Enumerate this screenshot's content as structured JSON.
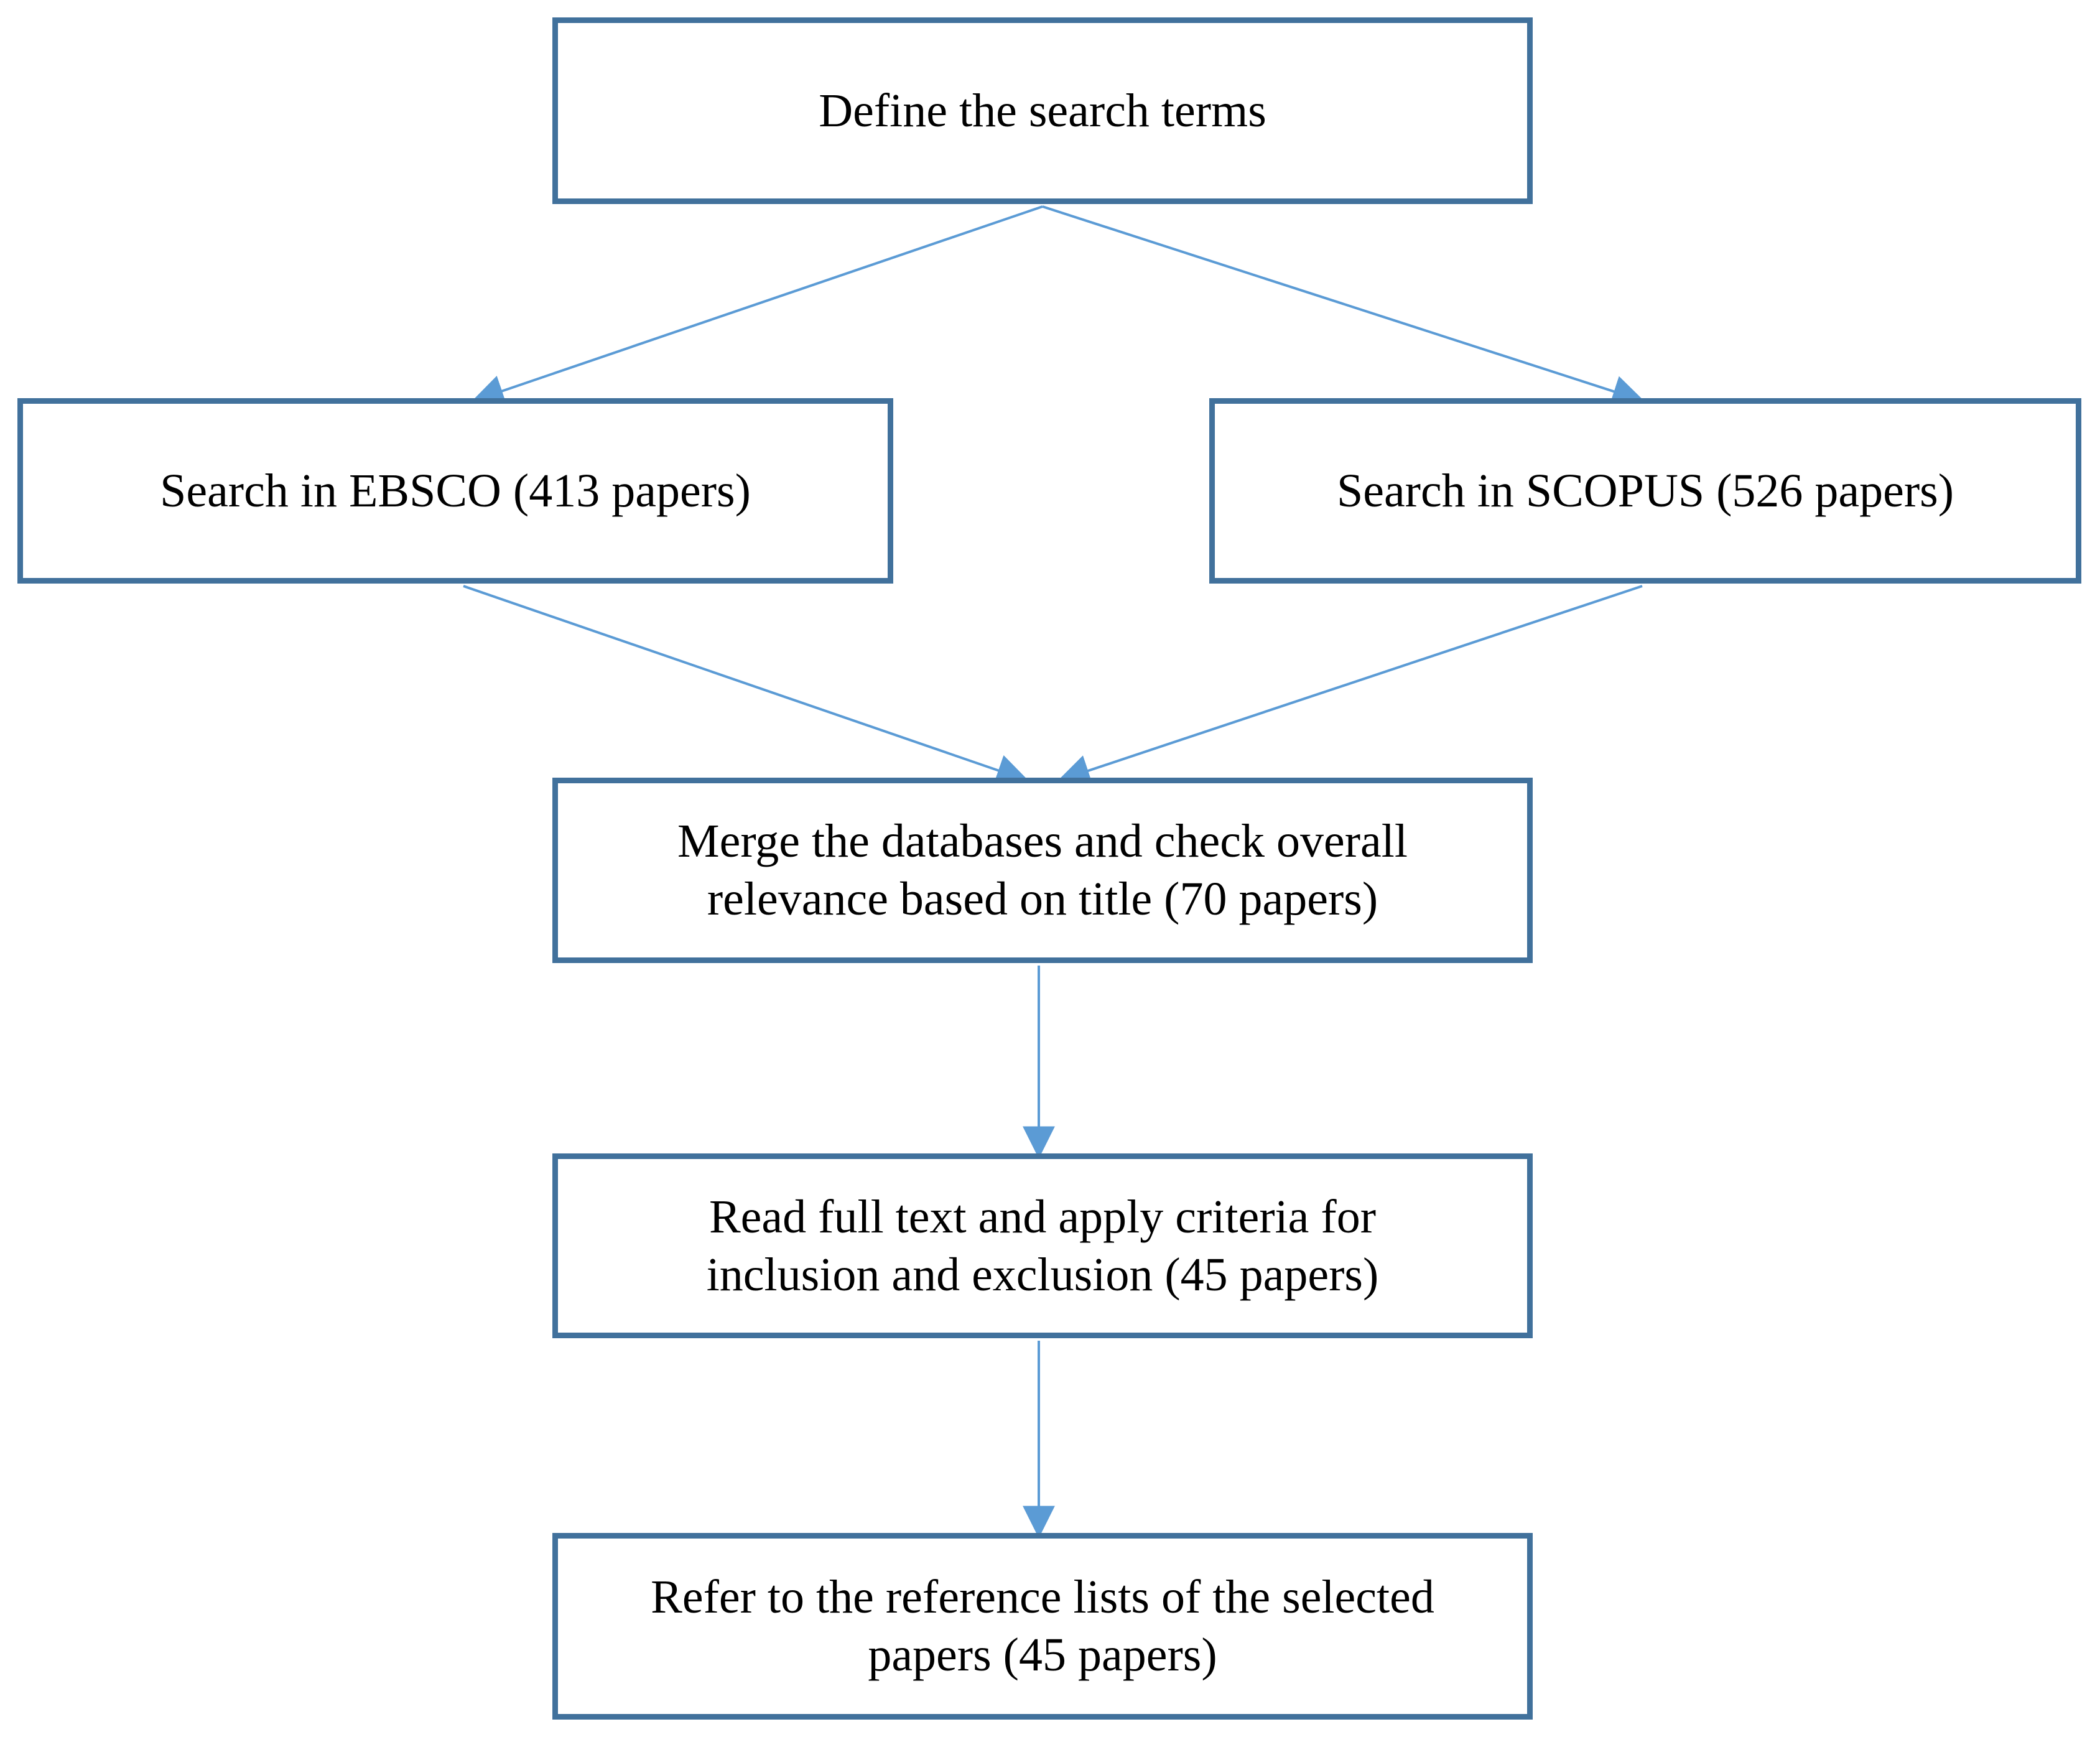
{
  "diagram": {
    "type": "flowchart",
    "nodes": {
      "define": {
        "label": "Define the search terms"
      },
      "ebsco": {
        "label": "Search in EBSCO (413 papers)"
      },
      "scopus": {
        "label": "Search in SCOPUS (526 papers)"
      },
      "merge": {
        "label": "Merge the databases and check overall relevance based on title (70 papers)"
      },
      "read_full_text": {
        "label": "Read full text and apply criteria for inclusion and exclusion (45 papers)"
      },
      "references": {
        "label": "Refer to the reference lists of the selected papers (45 papers)"
      }
    },
    "edges": [
      {
        "from": "define",
        "to": "ebsco"
      },
      {
        "from": "define",
        "to": "scopus"
      },
      {
        "from": "ebsco",
        "to": "merge"
      },
      {
        "from": "scopus",
        "to": "merge"
      },
      {
        "from": "merge",
        "to": "read_full_text"
      },
      {
        "from": "read_full_text",
        "to": "references"
      }
    ],
    "paper_counts": {
      "ebsco": 413,
      "scopus": 526,
      "merged_title_relevant": 70,
      "after_full_text_criteria": 45,
      "after_reference_lists": 45
    },
    "colors": {
      "box_border": "#41719C",
      "box_fill": "#FFFFFF",
      "arrow": "#5B9BD5",
      "text": "#000000",
      "background": "#FFFFFF"
    }
  }
}
